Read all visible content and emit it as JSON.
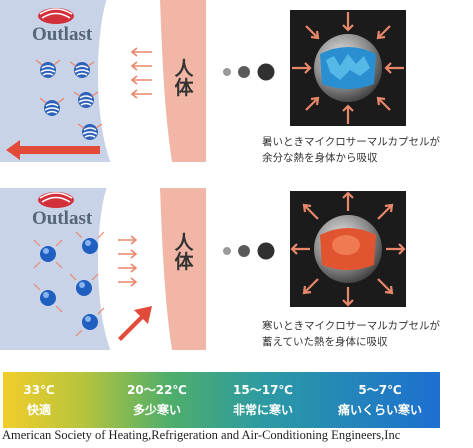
{
  "panels": [
    {
      "brand": "Outlast",
      "body_label": "人体",
      "caption_line1": "暑いときマイクロサーマルカプセルが",
      "caption_line2": "余分な熱を身体から吸収",
      "sphere_core_color": "#2a8fd0",
      "arrow_color": "#e8876a"
    },
    {
      "brand": "Outlast",
      "body_label": "人体",
      "caption_line1": "寒いときマイクロサーマルカプセルが",
      "caption_line2": "蓄えていた熱を身体に吸収",
      "sphere_core_color": "#e0552f",
      "arrow_color": "#e8876a"
    }
  ],
  "scale": [
    {
      "temp": "33℃",
      "label": "快適"
    },
    {
      "temp": "20～22℃",
      "label": "多少寒い"
    },
    {
      "temp": "15～17℃",
      "label": "非常に寒い"
    },
    {
      "temp": "5～7℃",
      "label": "痛いくらい寒い"
    }
  ],
  "credit": "American Society of Heating,Refrigeration and Air-Conditioning Engineers,Inc"
}
